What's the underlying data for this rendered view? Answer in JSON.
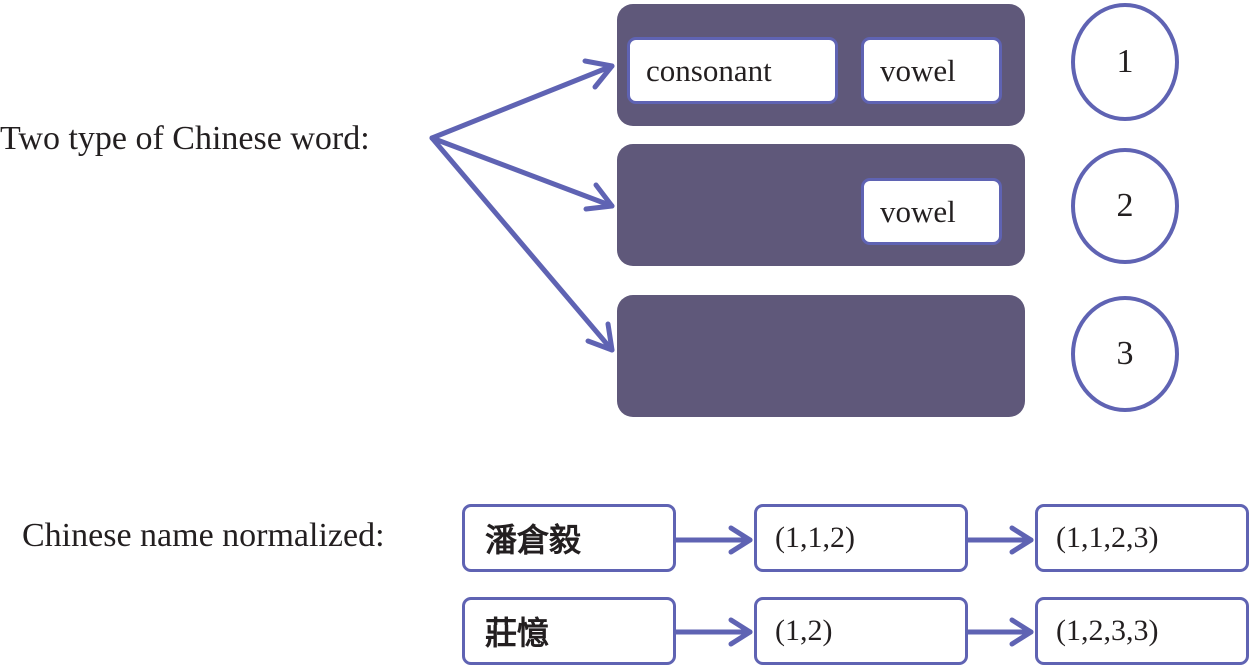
{
  "top": {
    "label": "Two type of Chinese word:",
    "types": [
      {
        "number": "1",
        "parts": [
          "consonant",
          "vowel"
        ]
      },
      {
        "number": "2",
        "parts": [
          "vowel"
        ]
      },
      {
        "number": "3",
        "parts": []
      }
    ]
  },
  "bottom": {
    "label": "Chinese name normalized:",
    "rows": [
      {
        "name": "潘倉毅",
        "step1": "(1,1,2)",
        "step2": "(1,1,2,3)"
      },
      {
        "name": "莊憶",
        "step1": "(1,2)",
        "step2": "(1,2,3,3)"
      }
    ]
  },
  "colors": {
    "dark_box": "#5f587a",
    "accent": "#5f63b3"
  }
}
